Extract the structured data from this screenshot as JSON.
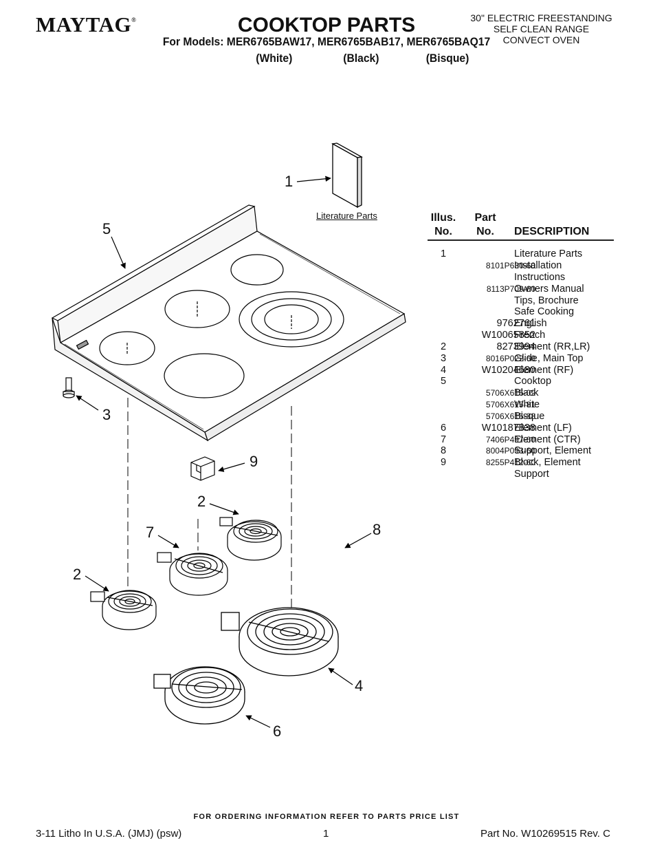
{
  "header": {
    "brand": "MAYTAG",
    "brand_mark": "®",
    "title": "COOKTOP PARTS",
    "models": "For Models: MER6765BAW17, MER6765BAB17, MER6765BAQ17",
    "colors": [
      "(White)",
      "(Black)",
      "(Bisque)"
    ],
    "product_lines": [
      "30\" ELECTRIC FREESTANDING",
      "SELF CLEAN RANGE",
      "CONVECT OVEN"
    ]
  },
  "diagram": {
    "literature_label": "Literature Parts",
    "callouts": [
      "1",
      "5",
      "3",
      "9",
      "2",
      "7",
      "8",
      "2",
      "4",
      "6"
    ]
  },
  "parts_table": {
    "headers": {
      "illus_line1": "Illus.",
      "illus_line2": "No.",
      "part_line1": "Part",
      "part_line2": "No.",
      "description": "DESCRIPTION"
    },
    "rows": [
      {
        "illus": "1",
        "part": "",
        "desc": "Literature Parts"
      },
      {
        "illus": "",
        "part": "8101P630-60",
        "desc": "Installation"
      },
      {
        "illus": "",
        "part": "",
        "desc": "Instructions"
      },
      {
        "illus": "",
        "part": "8113P709-60",
        "desc": "Owners Manual"
      },
      {
        "illus": "",
        "part": "",
        "desc": "Tips, Brochure"
      },
      {
        "illus": "",
        "part": "",
        "desc": "Safe Cooking"
      },
      {
        "illus": "",
        "part": "9762761",
        "desc": "English"
      },
      {
        "illus": "",
        "part": "W10065852",
        "desc": "French"
      },
      {
        "illus": "2",
        "part": "8273994",
        "desc": "Element (RR,LR)"
      },
      {
        "illus": "3",
        "part": "8016P022-60",
        "desc": "Glide, Main Top"
      },
      {
        "illus": "4",
        "part": "W10204680",
        "desc": "Element (RF)"
      },
      {
        "illus": "5",
        "part": "",
        "desc": "Cooktop"
      },
      {
        "illus": "",
        "part": "5706X615-09",
        "desc": "Black"
      },
      {
        "illus": "",
        "part": "5706X615-81",
        "desc": "White"
      },
      {
        "illus": "",
        "part": "5706X615-88",
        "desc": "Bisque"
      },
      {
        "illus": "6",
        "part": "W10187838",
        "desc": "Element (LF)"
      },
      {
        "illus": "7",
        "part": "7406P497-60",
        "desc": "Element (CTR)"
      },
      {
        "illus": "8",
        "part": "8004P093-60",
        "desc": "Support, Element"
      },
      {
        "illus": "9",
        "part": "8255P412-60",
        "desc": "Block, Element"
      },
      {
        "illus": "",
        "part": "",
        "desc": "Support"
      }
    ]
  },
  "footer": {
    "ordering": "FOR ORDERING INFORMATION REFER TO PARTS PRICE LIST",
    "litho": "3-11 Litho In U.S.A. (JMJ) (psw)",
    "page": "1",
    "part_no": "Part No. W10269515 Rev. C"
  }
}
